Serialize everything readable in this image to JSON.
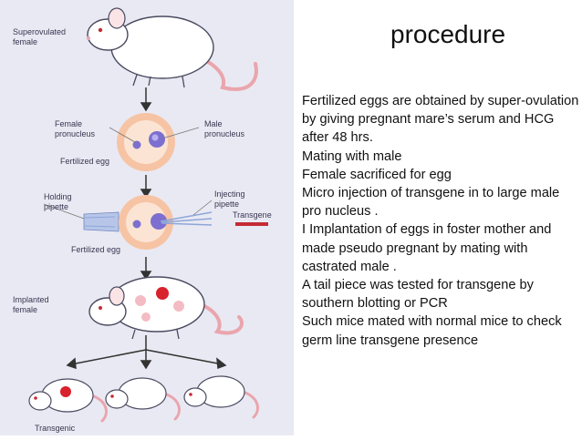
{
  "slide": {
    "title": "procedure",
    "steps": [
      "Fertilized eggs are obtained by super-ovulation  by giving pregnant mare’s serum and HCG after 48 hrs.",
      "Mating with  male",
      "Female sacrificed for egg",
      "Micro injection of transgene in to  large male pro nucleus .",
      "I Implantation of eggs in foster mother and made pseudo pregnant  by mating with castrated male .",
      "A tail piece was tested for transgene by southern blotting or PCR",
      "Such mice mated with normal mice to check germ line transgene presence"
    ]
  },
  "figure": {
    "labels": {
      "superovulated": "Superovulated",
      "female": "female",
      "female_pronucleus_1": "Female",
      "female_pronucleus_2": "pronucleus",
      "male_pronucleus_1": "Male",
      "male_pronucleus_2": "pronucleus",
      "fertilized_egg_1": "Fertilized egg",
      "holding_pipette_1": "Holding",
      "holding_pipette_2": "pipette",
      "injecting_pipette_1": "Injecting",
      "injecting_pipette_2": "pipette",
      "transgene": "Transgene",
      "fertilized_egg_2": "Fertilized egg",
      "implanted_1": "Implanted",
      "implanted_2": "female",
      "transgenic": "Transgenic"
    },
    "colors": {
      "background": "#e9e9f3",
      "egg_outer": "#f6c4a4",
      "egg_inner": "#fbe4d3",
      "pronucleus": "#7d6fd0",
      "mouse_body": "#ffffff",
      "mouse_outline": "#4a4a60",
      "tail": "#eaa5ad",
      "embryo_red": "#d8222e",
      "embryo_pink": "#f3bcc4",
      "transgene_bar": "#c42a35",
      "arrow": "#333333",
      "pipette": "#8ea6d8"
    }
  }
}
